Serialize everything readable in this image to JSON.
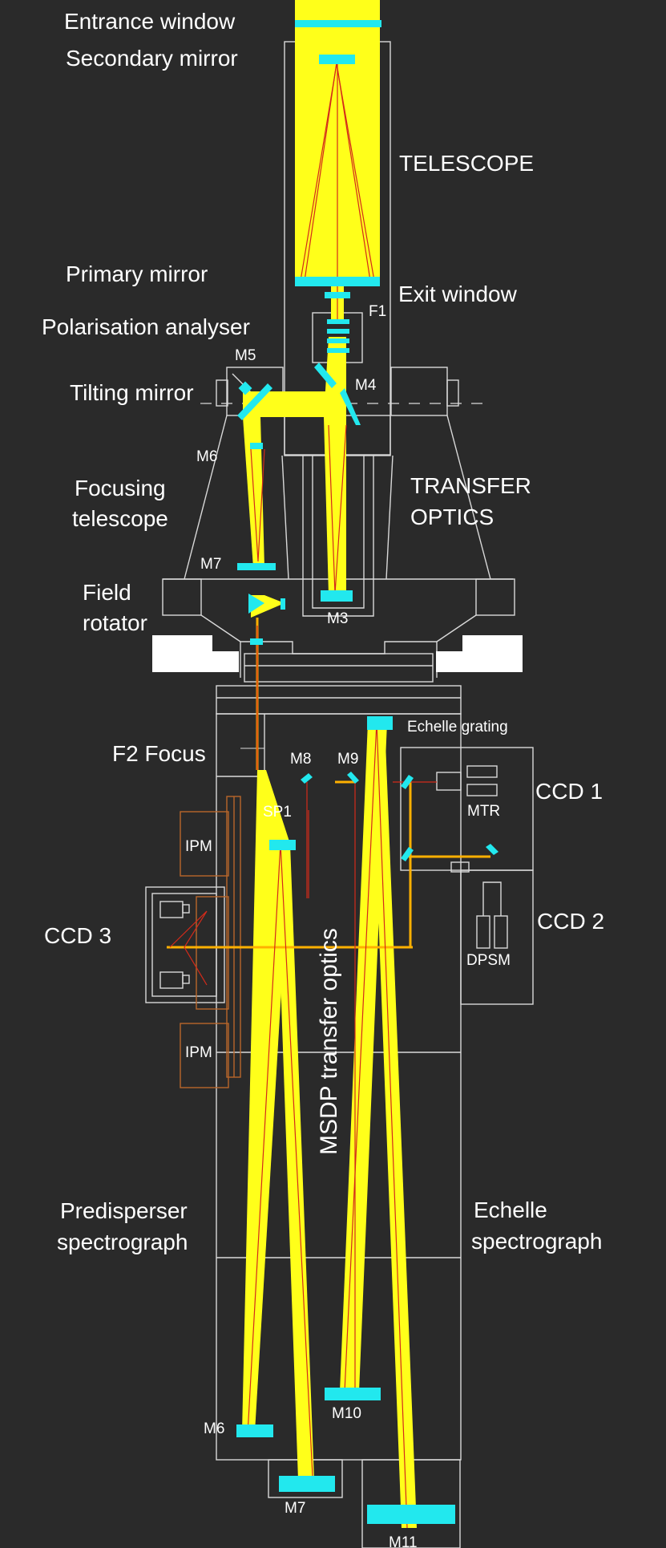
{
  "colors": {
    "background": "#2a2a2a",
    "beam": "#ffff1a",
    "mirror": "#22e8ee",
    "ray": "#d42a1a",
    "frame": "#d9d9d9",
    "label": "#ffffff"
  },
  "labels": {
    "entrance_window": "Entrance window",
    "secondary_mirror": "Secondary mirror",
    "telescope": "TELESCOPE",
    "primary_mirror": "Primary mirror",
    "exit_window": "Exit window",
    "f1": "F1",
    "polarisation_analyser": "Polarisation analyser",
    "m5": "M5",
    "m4": "M4",
    "tilting_mirror": "Tilting mirror",
    "m6_top": "M6",
    "focusing_telescope_line1": "Focusing",
    "focusing_telescope_line2": "telescope",
    "transfer_optics_line1": "TRANSFER",
    "transfer_optics_line2": "OPTICS",
    "m7_top": "M7",
    "field_rotator_line1": "Field",
    "field_rotator_line2": "rotator",
    "m3": "M3",
    "echelle_grating": "Echelle grating",
    "f2_focus": "F2 Focus",
    "m8": "M8",
    "m9": "M9",
    "ccd1": "CCD 1",
    "sp1": "SP1",
    "mtr": "MTR",
    "ipm_top": "IPM",
    "ccd2": "CCD 2",
    "ccd3": "CCD 3",
    "dpsm": "DPSM",
    "msdp_transfer_optics": "MSDP transfer optics",
    "ipm_bottom": "IPM",
    "predisperser_line1": "Predisperser",
    "predisperser_line2": "spectrograph",
    "echelle_spectrograph_line1": "Echelle",
    "echelle_spectrograph_line2": "spectrograph",
    "m10": "M10",
    "m6_bottom": "M6",
    "m7_bottom": "M7",
    "m11": "M11"
  }
}
